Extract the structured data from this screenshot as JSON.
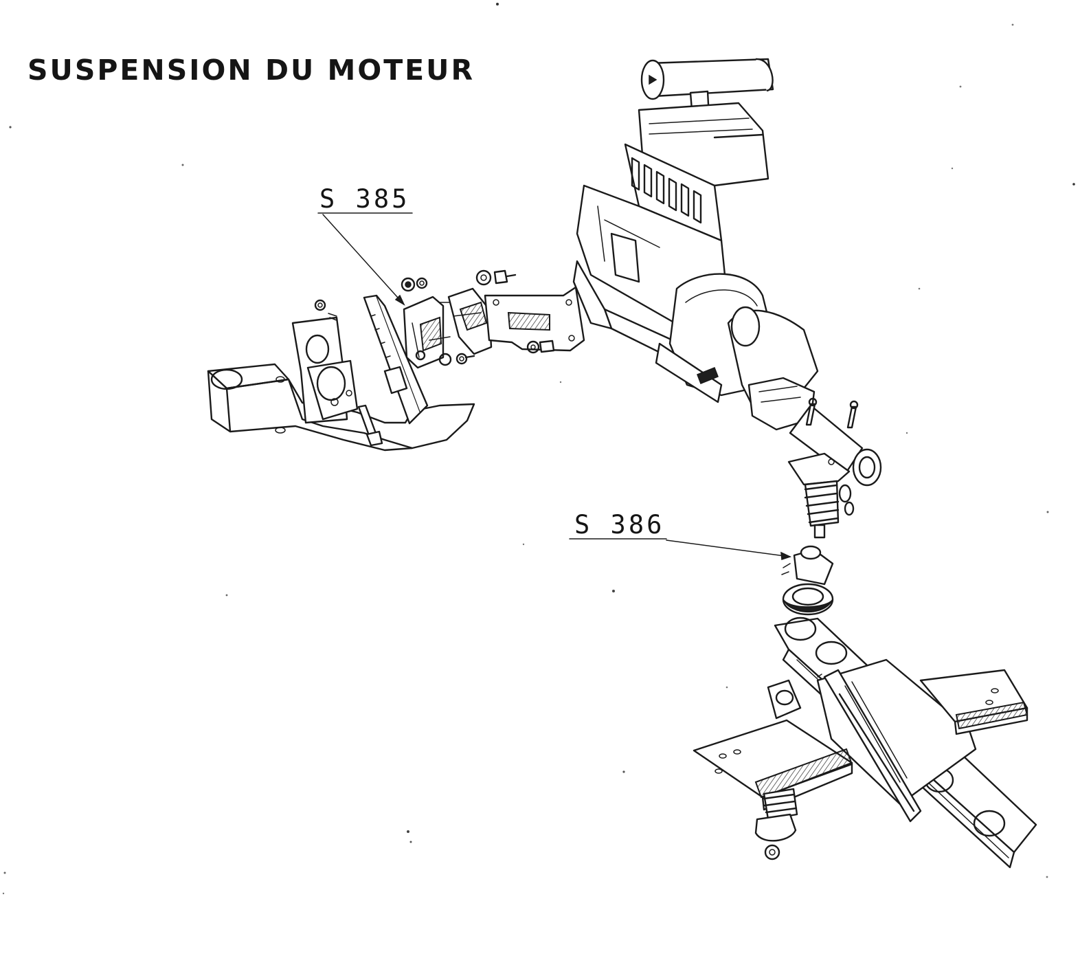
{
  "title": "SUSPENSION DU MOTEUR",
  "callouts": [
    {
      "id": "s385",
      "label": "S 385"
    },
    {
      "id": "s386",
      "label": "S 386"
    }
  ],
  "colors": {
    "ink": "#1a1a1a",
    "paper": "#ffffff"
  }
}
